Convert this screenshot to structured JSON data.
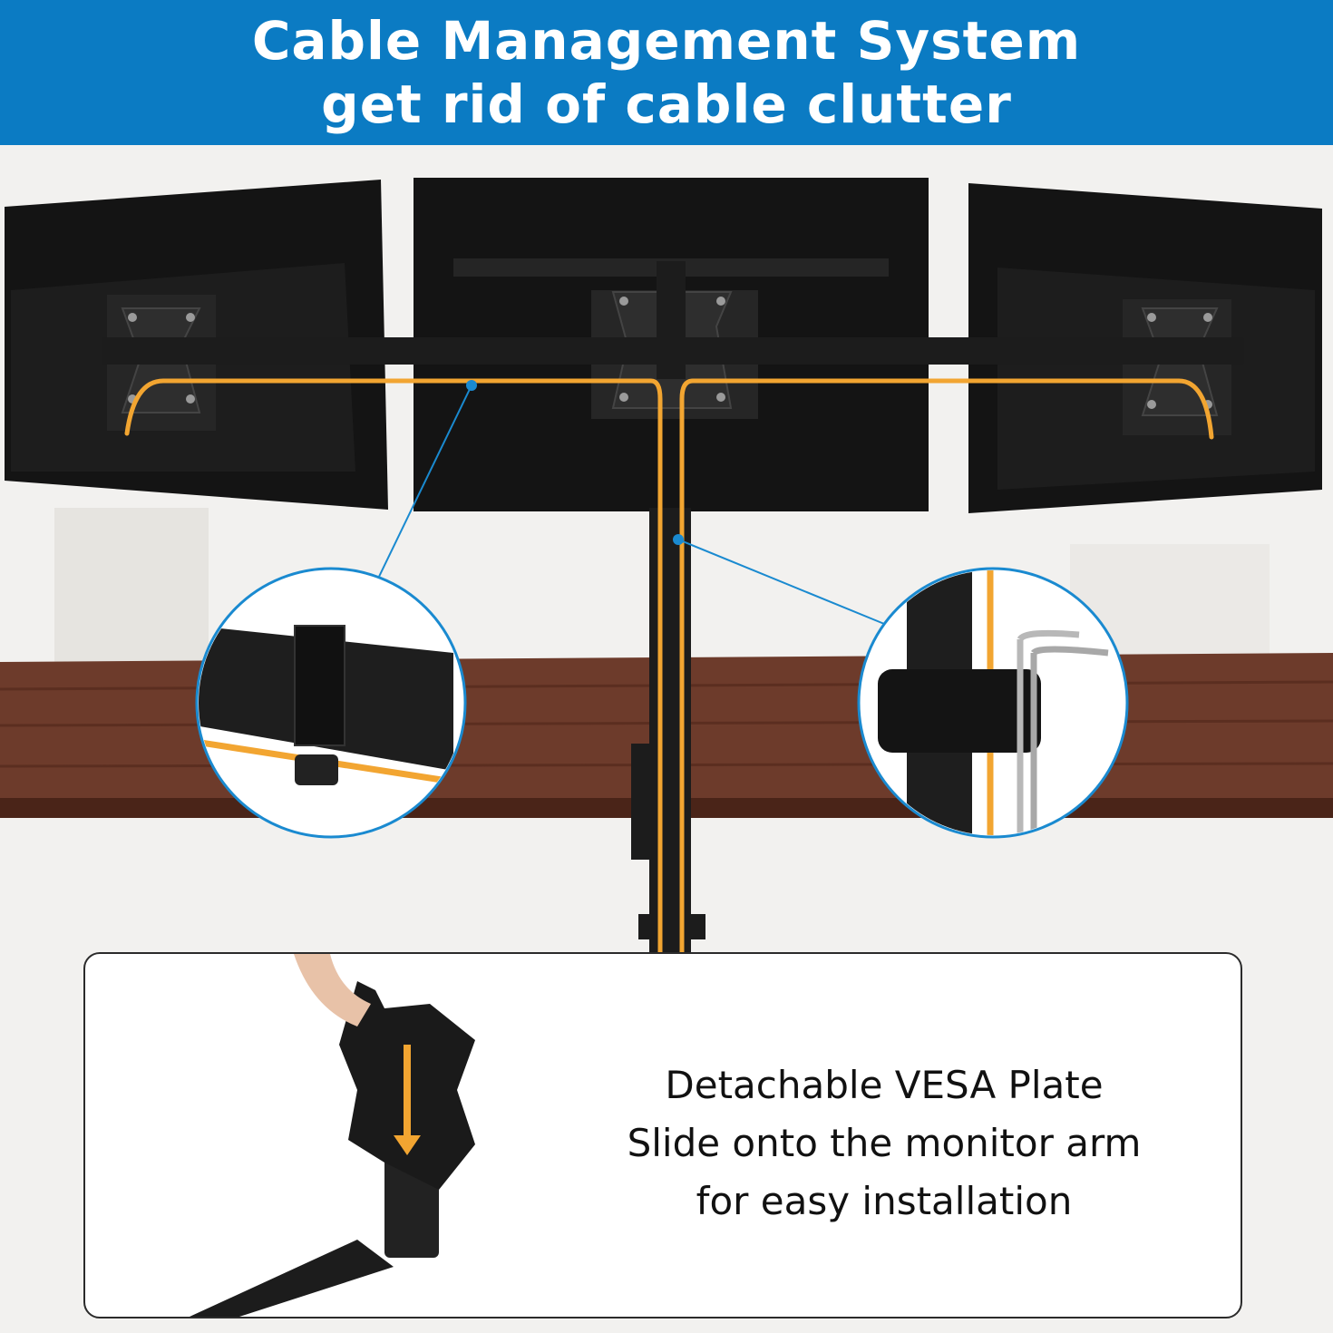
{
  "banner": {
    "line1": "Cable Management System",
    "line2": "get rid of cable clutter"
  },
  "feature": {
    "line1": "Detachable VESA Plate",
    "line2": "Slide onto the monitor arm",
    "line3": "for easy installation"
  },
  "colors": {
    "banner_bg": "#0b7bc3",
    "cable": "#f2a531",
    "callout_ring": "#1a8ad0",
    "desk": "#6b3a2a",
    "metal": "#1c1c1c"
  }
}
